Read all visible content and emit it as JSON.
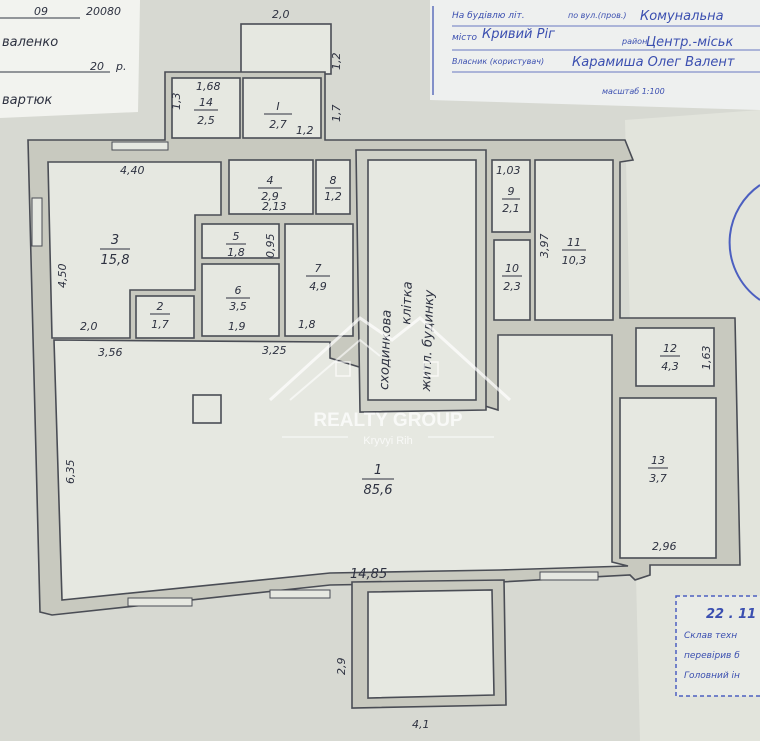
{
  "header_left": {
    "line1_day": "09",
    "line1_year": "20080",
    "line2": "валенко",
    "line3_year": "20",
    "line3_suffix": "р.",
    "line4": "вартюк"
  },
  "header_right": {
    "r1_label": "На будівлю літ.",
    "r1_mid": "по вул.(пров.)",
    "r1_value": "Комунальна",
    "r2_label": "місто",
    "r2_value": "Кривий Ріг",
    "r2_label2": "район",
    "r2_value2": "Центр.-міськ",
    "r3_label": "Власник (користувач)",
    "r3_value": "Карамиша Олег Валент",
    "scale": "масштаб 1:100"
  },
  "rooms": [
    {
      "num": "1",
      "area": "85,6"
    },
    {
      "num": "2",
      "area": "1,7"
    },
    {
      "num": "3",
      "area": "15,8"
    },
    {
      "num": "4",
      "area": "2,9"
    },
    {
      "num": "5",
      "area": "1,8"
    },
    {
      "num": "6",
      "area": "3,5"
    },
    {
      "num": "7",
      "area": "4,9"
    },
    {
      "num": "8",
      "area": "1,2"
    },
    {
      "num": "9",
      "area": "2,1"
    },
    {
      "num": "10",
      "area": "2,3"
    },
    {
      "num": "11",
      "area": "10,3"
    },
    {
      "num": "12",
      "area": "4,3"
    },
    {
      "num": "13",
      "area": "3,7"
    },
    {
      "num": "14",
      "area": "2,5"
    },
    {
      "num": "I",
      "area": "2,7"
    }
  ],
  "stair_text": {
    "line1": "сходинкова",
    "line2": "клітка",
    "line3": "житл. будинку"
  },
  "dims": {
    "top_porch": "2,0",
    "porch_side": "1,2",
    "d_168": "1,68",
    "d_13": "1,3",
    "d_17": "1,7",
    "d_12a": "1,2",
    "d_440": "4,40",
    "d_450": "4,50",
    "d_20": "2,0",
    "d_356": "3,56",
    "d_325": "3,25",
    "d_213": "2,13",
    "d_095": "0,95",
    "d_19": "1,9",
    "d_18": "1,8",
    "d_103": "1,03",
    "d_397": "3,97",
    "d_163": "1,63",
    "d_635": "6,35",
    "d_1485": "14,85",
    "d_296": "2,96",
    "d_29": "2,9",
    "d_41": "4,1"
  },
  "watermark": {
    "title": "REALTY GROUP",
    "subtitle": "Kryvyi Rih"
  },
  "stamp_bottom": {
    "date": "22 . 11",
    "l1": "Склав техн",
    "l2": "перевірив б",
    "l3": "Головний ін"
  }
}
